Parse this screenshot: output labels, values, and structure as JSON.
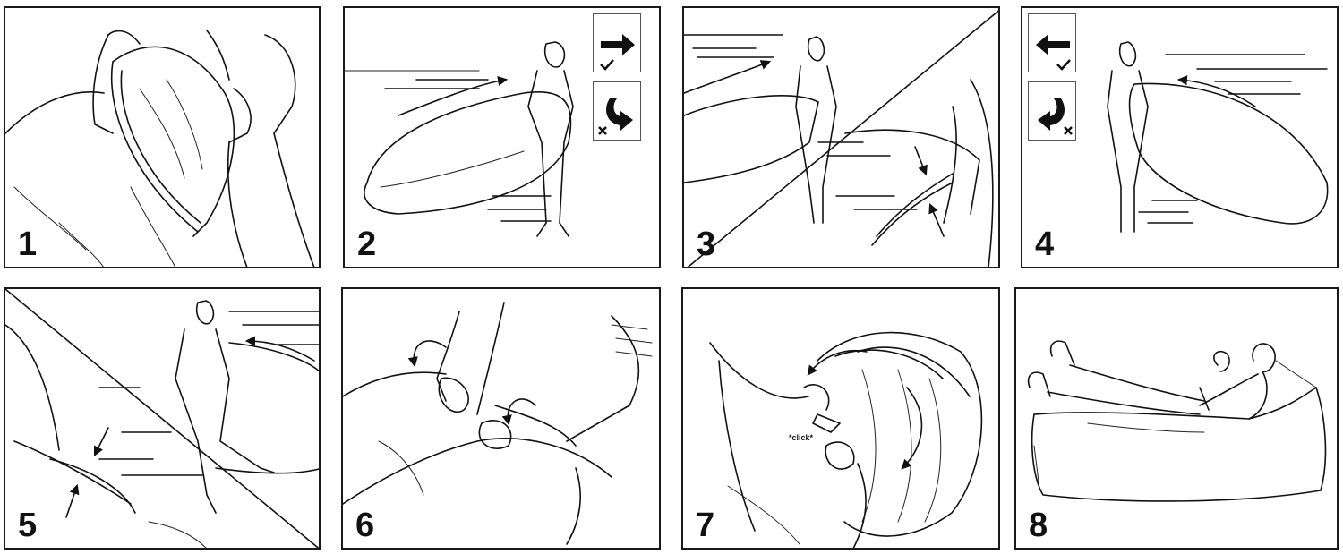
{
  "panels": [
    {
      "number": "1"
    },
    {
      "number": "2"
    },
    {
      "number": "3"
    },
    {
      "number": "4"
    },
    {
      "number": "5"
    },
    {
      "number": "6"
    },
    {
      "number": "7",
      "sound_label": "*click*"
    },
    {
      "number": "8"
    }
  ],
  "indicators": {
    "panel2": {
      "correct_icon": "arrow-right-check-icon",
      "wrong_icon": "curved-arrow-cross-icon"
    },
    "panel4": {
      "correct_icon": "arrow-left-check-icon",
      "wrong_icon": "curved-arrow-cross-icon"
    }
  },
  "colors": {
    "ink": "#111111",
    "border": "#1a1a1a",
    "background": "#ffffff"
  }
}
